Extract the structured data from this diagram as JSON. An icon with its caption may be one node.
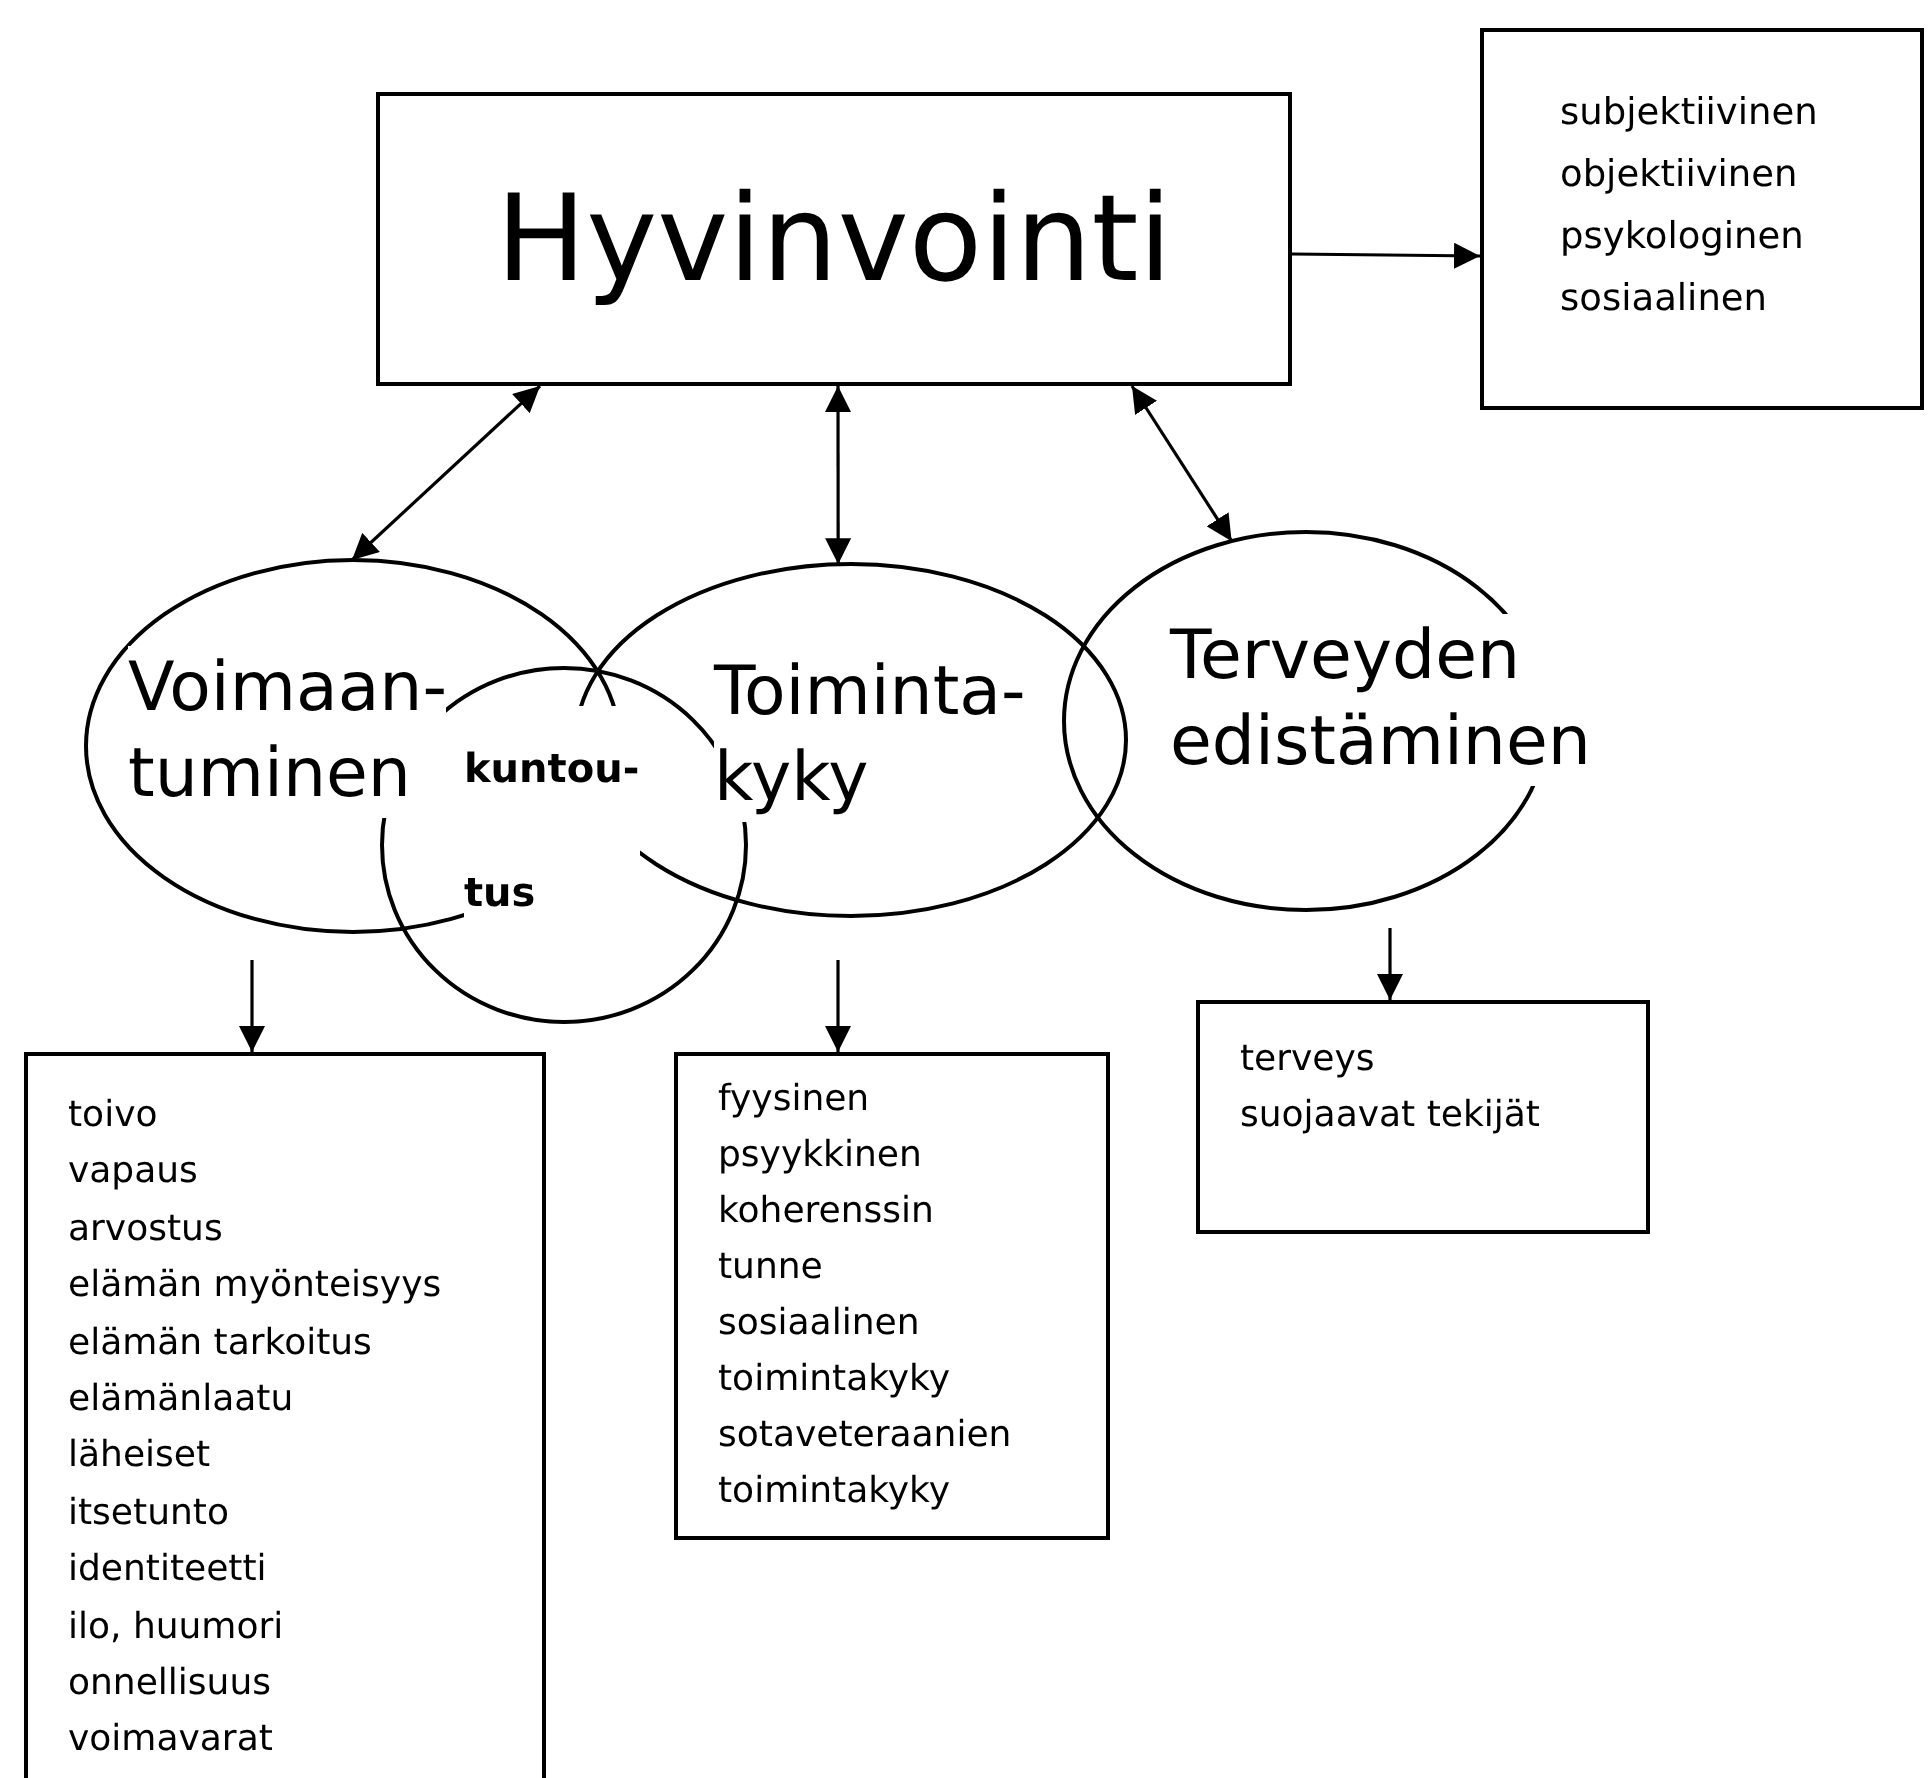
{
  "diagram": {
    "nodes": [
      {
        "text": [
          "Hyvinvointi"
        ]
      },
      {
        "text": [
          "subjektiivinen",
          "objektiivinen",
          "psykologinen",
          "sosiaalinen"
        ]
      },
      {
        "text": [
          "Voimaan- tuminen"
        ]
      },
      {
        "text": [
          "kuntou- tus"
        ]
      },
      {
        "text": [
          "Toiminta- kyky"
        ]
      },
      {
        "text": [
          "Terveyden edistäminen"
        ]
      },
      {
        "text": [
          "toivo",
          "vapaus",
          "arvostus",
          "elämän myönteisyys",
          "elämän tarkoitus",
          "elämänlaatu",
          "läheiset",
          "itsetunto",
          "identiteetti",
          "ilo, huumori",
          "onnellisuus",
          "voimavarat"
        ]
      },
      {
        "text": [
          "fyysinen",
          "psyykkinen",
          "koherenssin tunne",
          "sosiaalinen toimintakyky",
          "sotaveteraanien toimintakyky"
        ]
      },
      {
        "text": [
          "terveys",
          "suojaavat tekijät"
        ]
      }
    ],
    "edges": [
      {
        "from": 0,
        "to": 1,
        "arrow": "to"
      },
      {
        "from": 0,
        "to": 2,
        "arrow": "both"
      },
      {
        "from": 0,
        "to": 4,
        "arrow": "both"
      },
      {
        "from": 0,
        "to": 5,
        "arrow": "both"
      },
      {
        "from": null,
        "to": 6,
        "arrow": "to"
      },
      {
        "from": null,
        "to": 7,
        "arrow": "to"
      },
      {
        "from": null,
        "to": 8,
        "arrow": "to"
      }
    ]
  }
}
